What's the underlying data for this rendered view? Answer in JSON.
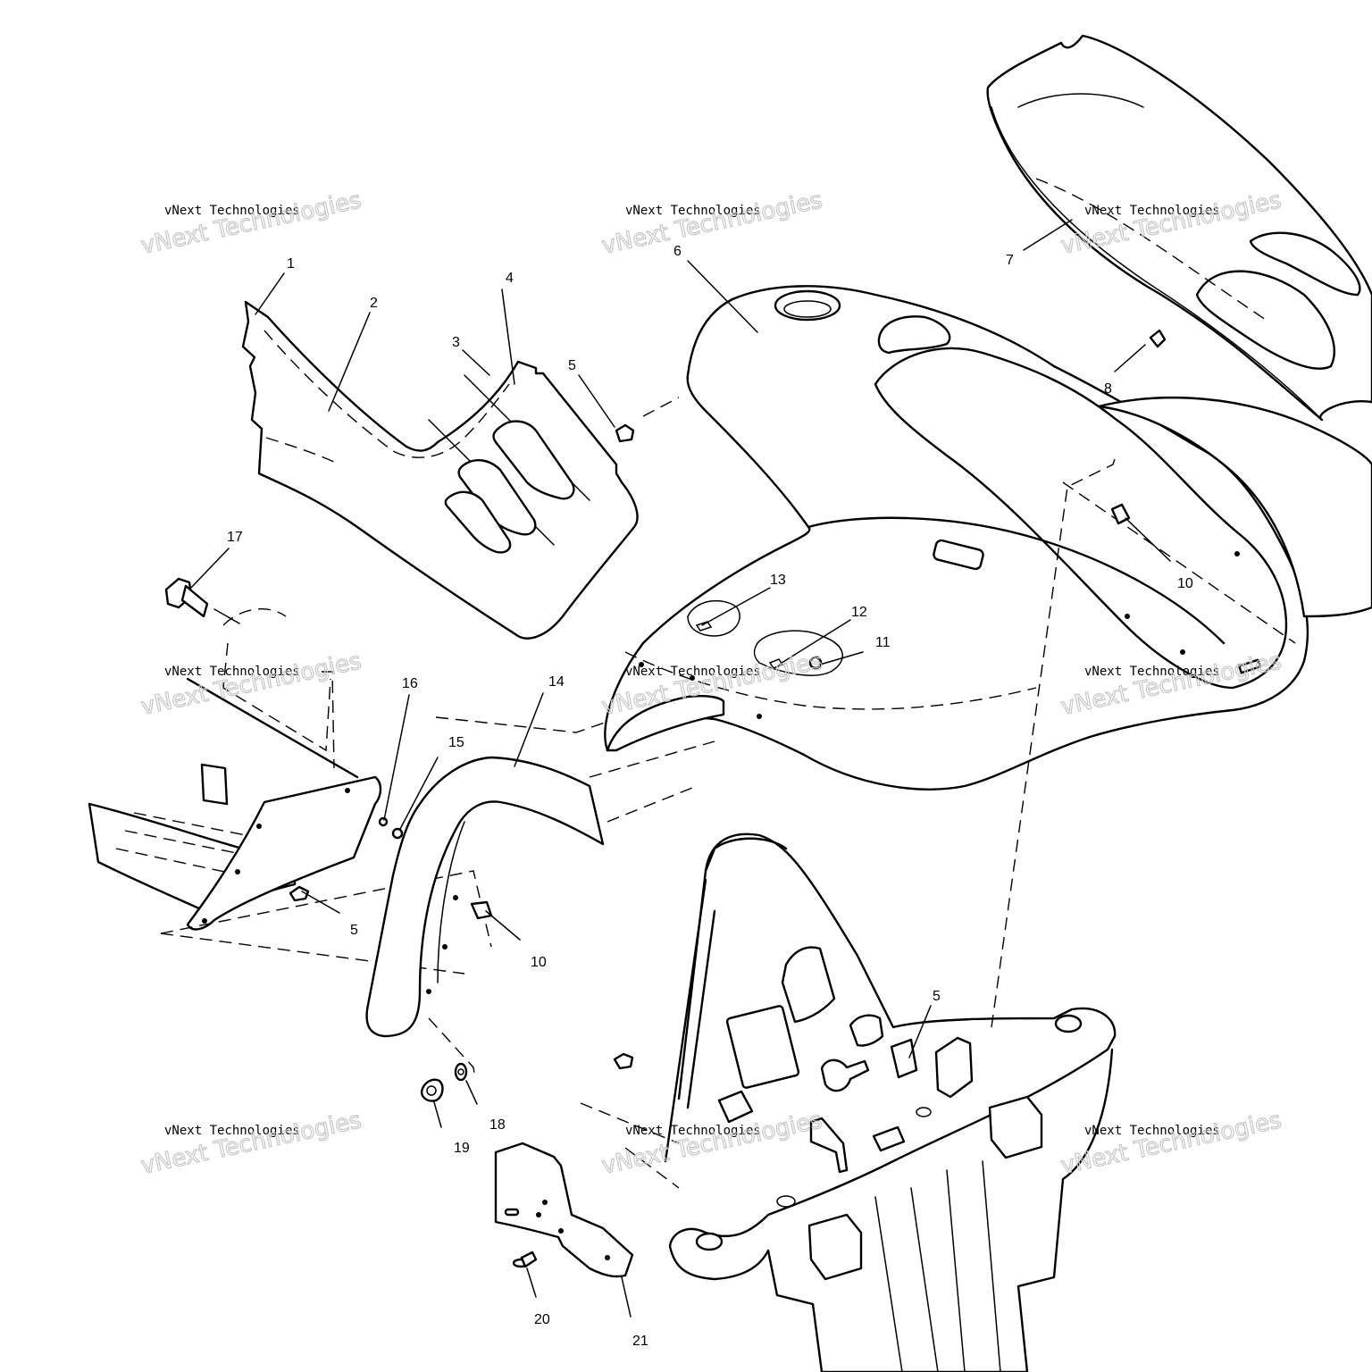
{
  "diagram": {
    "callouts": [
      "1",
      "2",
      "3",
      "4",
      "5",
      "6",
      "7",
      "8",
      "10",
      "10",
      "11",
      "12",
      "13",
      "14",
      "15",
      "16",
      "17",
      "5",
      "18",
      "19",
      "20",
      "21",
      "5"
    ],
    "watermarks": [
      {
        "small": "vNext Technologies",
        "big": "vNext Technologies"
      },
      {
        "small": "vNext Technologies",
        "big": "vNext Technologies"
      },
      {
        "small": "vNext Technologies",
        "big": "vNext Technologies"
      },
      {
        "small": "vNext Technologies",
        "big": "vNext Technologies"
      },
      {
        "small": "vNext Technologies",
        "big": "vNext Technologies"
      },
      {
        "small": "vNext Technologies",
        "big": "vNext Technologies"
      },
      {
        "small": "vNext Technologies",
        "big": "vNext Technologies"
      },
      {
        "small": "vNext Technologies",
        "big": "vNext Technologies"
      },
      {
        "small": "vNext Technologies",
        "big": "vNext Technologies"
      }
    ]
  }
}
